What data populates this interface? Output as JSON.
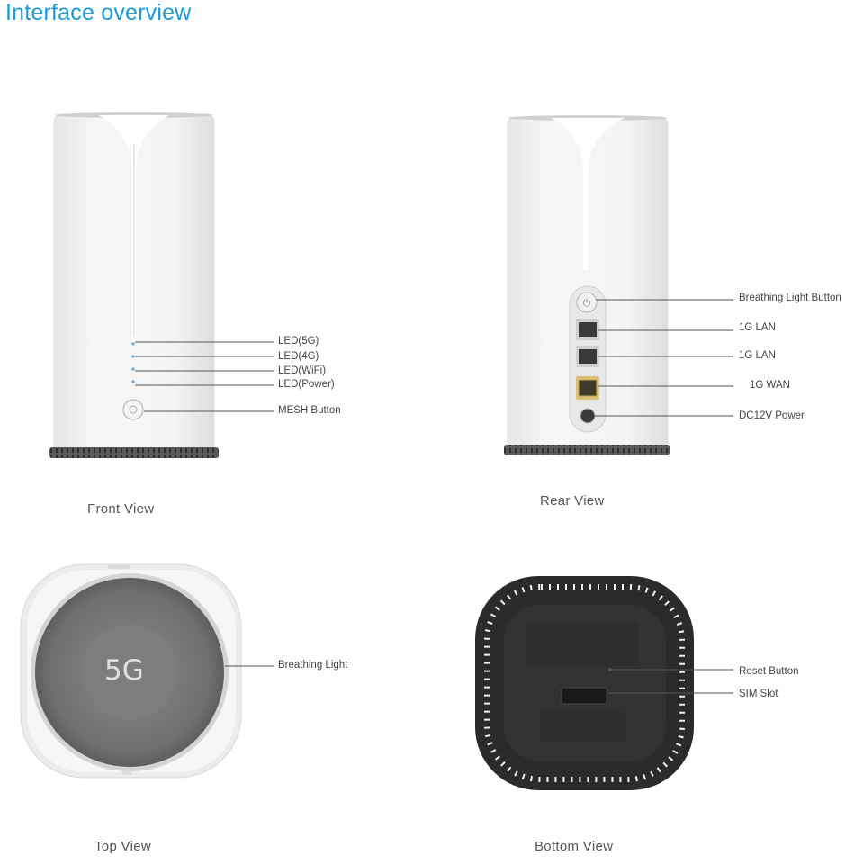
{
  "header": {
    "title": "Interface overview"
  },
  "front": {
    "caption": "Front View",
    "labels": [
      "LED(5G)",
      "LED(4G)",
      "LED(WiFi)",
      "LED(Power)",
      "MESH Button"
    ]
  },
  "rear": {
    "caption": "Rear View",
    "labels": [
      "Breathing Light Button",
      "1G LAN",
      "1G LAN",
      "1G WAN",
      "DC12V Power"
    ]
  },
  "top": {
    "caption": "Top View",
    "badge": "5G",
    "labels": [
      "Breathing Light"
    ]
  },
  "bottom": {
    "caption": "Bottom View",
    "labels": [
      "Reset Button",
      "SIM Slot"
    ]
  }
}
